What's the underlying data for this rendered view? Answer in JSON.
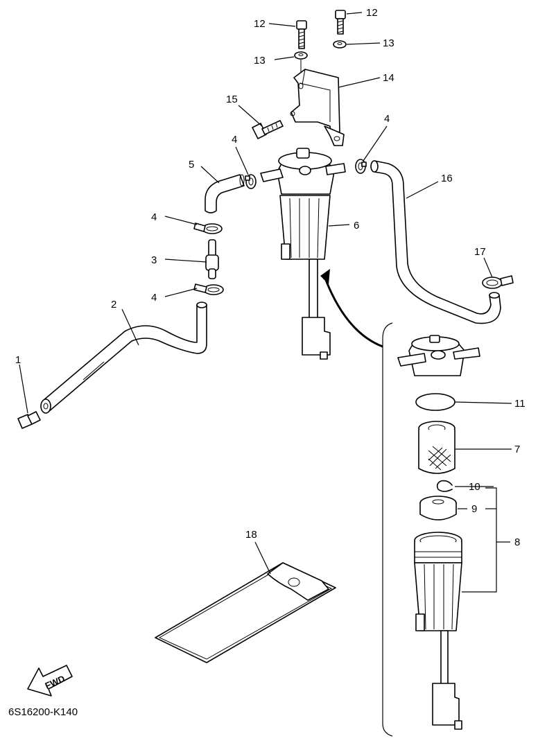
{
  "diagram_code": "6S16200-K140",
  "fwd_label": "FWD",
  "callouts": {
    "c1": "1",
    "c2": "2",
    "c3": "3",
    "c4a": "4",
    "c4b": "4",
    "c4c": "4",
    "c4d": "4",
    "c5": "5",
    "c6": "6",
    "c7": "7",
    "c8": "8",
    "c9": "9",
    "c10": "10",
    "c11": "11",
    "c12a": "12",
    "c12b": "12",
    "c13a": "13",
    "c13b": "13",
    "c14": "14",
    "c15": "15",
    "c16": "16",
    "c17": "17",
    "c18": "18"
  }
}
